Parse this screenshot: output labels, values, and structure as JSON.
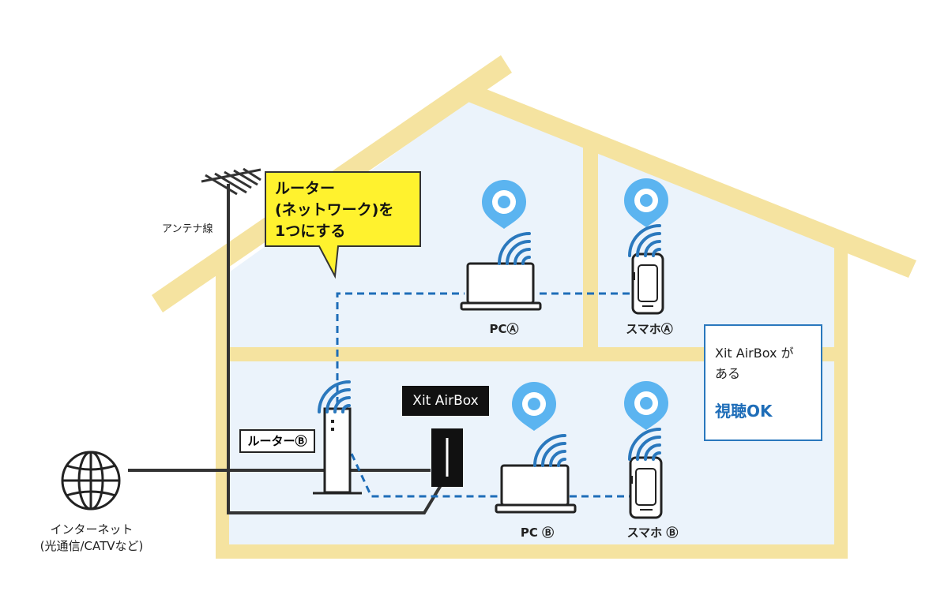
{
  "colors": {
    "house_frame": "#f5e3a0",
    "interior": "#ebf3fb",
    "network_blue": "#1e6db8",
    "signal_blue": "#2a78bd",
    "pin_blue": "#5bb4f0",
    "callout_yellow": "#fff22e",
    "cable": "#333333"
  },
  "labels": {
    "antenna": "アンテナ線",
    "internet_line1": "インターネット",
    "internet_line2": "(光通信/CATVなど)",
    "callout_line1": "ルーター",
    "callout_line2": "(ネットワーク)を",
    "callout_line3": "1つにする",
    "pc_a": "PCⒶ",
    "phone_a": "スマホⒶ",
    "pc_b": "PC Ⓑ",
    "phone_b": "スマホ Ⓑ",
    "router_b": "ルーターⒷ",
    "airbox": "Xit AirBox",
    "info_line1": "Xit AirBox が",
    "info_line2": "ある",
    "info_ok": "視聴OK"
  },
  "icons": {
    "internet": "globe-icon",
    "location": "map-pin-icon",
    "signal": "wifi-signal-icon",
    "laptop": "laptop-icon",
    "phone": "smartphone-icon"
  }
}
